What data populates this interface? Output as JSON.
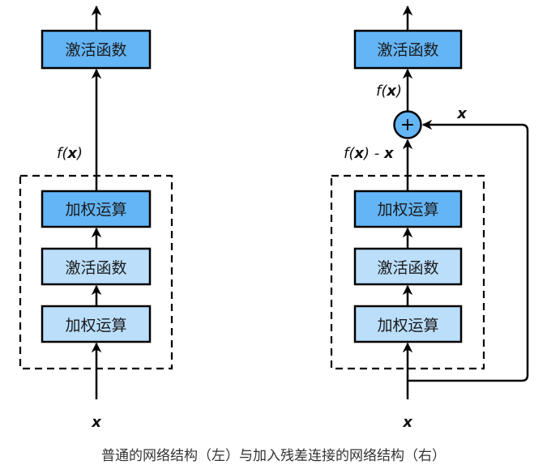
{
  "colors": {
    "dark_box": "#64b5f6",
    "light_box": "#bbdefb",
    "stroke": "#000000",
    "plus_node": "#64b5f6"
  },
  "left": {
    "top_box": "激活函数",
    "block": [
      "加权运算",
      "激活函数",
      "加权运算"
    ],
    "label_fx": {
      "f": "f(",
      "x": "x",
      "close": ")"
    },
    "input": "x"
  },
  "right": {
    "top_box": "激活函数",
    "block": [
      "加权运算",
      "激活函数",
      "加权运算"
    ],
    "label_fx": {
      "f": "f(",
      "x": "x",
      "close": ")"
    },
    "label_fx_minus": {
      "f": "f(",
      "x": "x",
      "close": ") - ",
      "x2": "x"
    },
    "skip_label": "x",
    "plus_symbol": "+",
    "input": "x"
  },
  "caption": "普通的网络结构（左）与加入残差连接的网络结构（右）"
}
